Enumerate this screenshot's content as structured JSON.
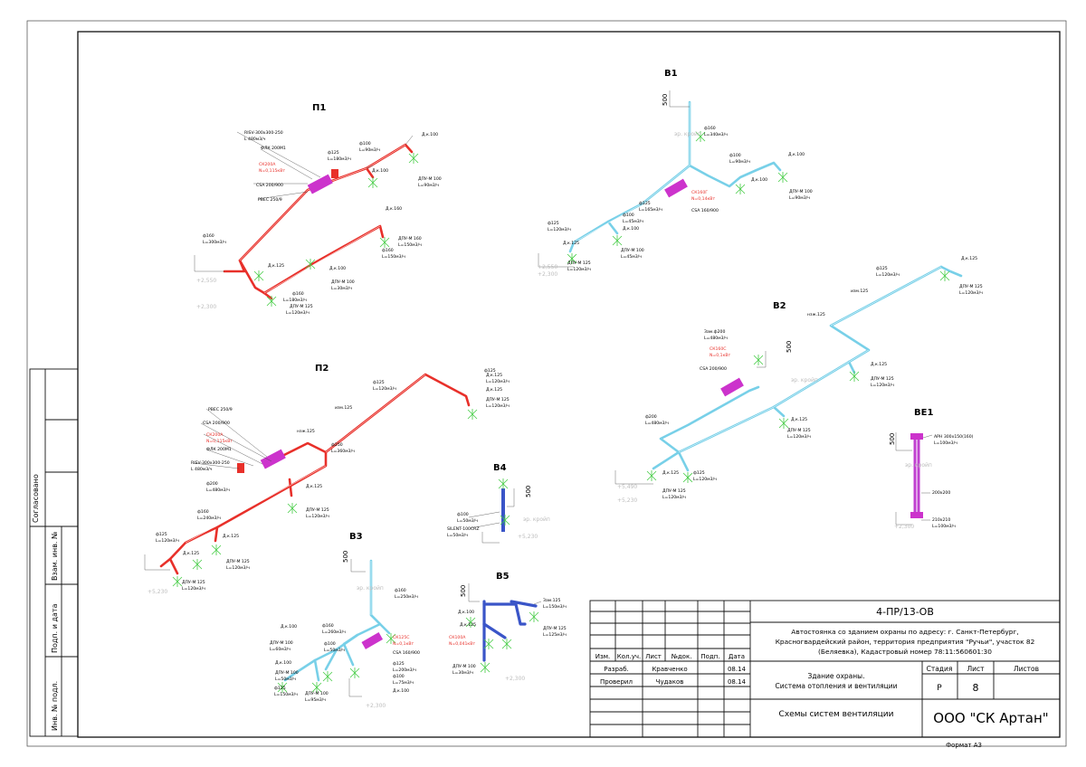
{
  "systems": {
    "p1": "П1",
    "p2": "П2",
    "b1": "В1",
    "b2": "В2",
    "b3": "В3",
    "b4": "В4",
    "b5": "В5",
    "be1": "ВЕ1"
  },
  "p1": {
    "risv": "RISV-300x300-250",
    "risv_l": "L 480м3/ч",
    "fk": "ФЛК 200М1",
    "ck": "СК200А",
    "ck_n": "N=0,115кВт",
    "csa": "CSA 200/900",
    "rvec": "PBEC 250/9",
    "d125": "ф125",
    "l180": "L=180м3/ч",
    "d100": "ф100",
    "l90": "L=90м3/ч",
    "dk100a": "Д.к.100",
    "dpu": "ДПУ-М 100",
    "dpu_l": "L=90м3/ч",
    "dk100b": "Д.к.100",
    "d160": "ф160",
    "l300": "L=300м3/ч",
    "dk160": "Д.к.160",
    "dpu160": "ДПУ-М 160",
    "dpu160_l": "L=150м3/ч",
    "d160b": "ф160",
    "l150": "L=150м3/ч",
    "dk125": "Д.к.125",
    "dk100c": "Д.к.100",
    "dpu100c": "ДПУ-М 100",
    "dpu100c_l": "L=30м3/ч",
    "d160c": "ф160",
    "l180b": "L=180м3/ч",
    "dpu125": "ДПУ-М 125",
    "dpu125_l": "L=120м3/ч",
    "elev1": "+2,550",
    "elev2": "+2,300"
  },
  "p2": {
    "rvec": "PBEC 250/9",
    "csa": "CSA 200/900",
    "ck": "СК200А",
    "ck_n": "N=0,115кВт",
    "fk": "ФЛК 200М1",
    "risv": "RISV-300x300-250",
    "risv_l": "L 480м3/ч",
    "d200": "ф200",
    "l480": "L=480м3/ч",
    "d125": "ф125",
    "l120": "L=120м3/ч",
    "dk125a": "Д.к.125",
    "dpu125a": "ДПУ-М 125",
    "dpu125a_l": "L=120м3/ч",
    "tm125": "изм.125",
    "nzh125": "нзж.125",
    "d250": "ф250",
    "l360": "L=360м3/ч",
    "dk125b": "Д.к.125",
    "dpu125b": "ДПУ-М 125",
    "dpu125b_l": "L=120м3/ч",
    "d160": "ф160",
    "l240": "L=240м3/ч",
    "d125b": "ф125",
    "l120b": "L=120м3/ч",
    "dk125c": "Д.к.125",
    "dk125d": "Д.к.125",
    "dpu125c": "ДПУ-М 125",
    "dpu125c_l": "L=120м3/ч",
    "dpu125d": "ДПУ-М 125",
    "dpu125d_l": "L=120м3/ч",
    "elev": "+5,230"
  },
  "b1": {
    "h": "500",
    "wm": "эр. кройп",
    "d160": "ф160",
    "l340": "L=340м3/ч",
    "d100": "ф100",
    "l90": "L=90м3/ч",
    "dk100a": "Д.к.100",
    "dk100b": "Д.к.100",
    "dpu100": "ДПУ-М 100",
    "dpu100_l": "L=90м3/ч",
    "ck": "СК160Г",
    "ck_n": "N=0,14кВт",
    "csa": "CSA 160/900",
    "d125": "ф125",
    "l165": "L=165м3/ч",
    "d100b": "ф100",
    "l45": "L=45м3/ч",
    "dk100c": "Д.к.100",
    "d125b": "ф125",
    "l120": "L=120м3/ч",
    "dk125": "Д.к.125",
    "dpu125": "ДПУ-М 125",
    "dpu125_l": "L=120м3/ч",
    "dpu100b": "ДПУ-М 100",
    "dpu100b_l": "L=45м3/ч",
    "elev1": "+2,550",
    "elev2": "+2,300"
  },
  "b2": {
    "d125": "ф125",
    "l120": "L=120м3/ч",
    "tm125": "изм.125",
    "nzh125": "нзж.125",
    "dk125a": "Д.к.125",
    "dpu125a": "ДПУ-М 125",
    "dpu125a_l": "L=120м3/ч",
    "d200x": "Зам.ф200",
    "l480": "L=480м3/ч",
    "ck": "СК160С",
    "ck_n": "N=0,1кВт",
    "csa": "CSA 200/900",
    "h": "500",
    "wm": "эр. кройп",
    "dk125b": "Д.к.125",
    "dpu125b": "ДПУ-М 125",
    "dpu125b_l": "L=120м3/ч",
    "d200": "ф200",
    "l480b": "L=480м3/ч",
    "dk125c": "Д.к.125",
    "dpu125c": "ДПУ-М 125",
    "dpu125c_l": "L=120м3/ч",
    "d125b": "ф125",
    "l120b": "L=120м3/ч",
    "dk125d": "Д.к.125",
    "dpu125d": "ДПУ-М 125",
    "dpu125d_l": "L=120м3/ч",
    "elev1": "+5,490",
    "elev2": "+5,230"
  },
  "b3": {
    "h": "500",
    "wm": "эр. кройп",
    "d160": "ф160",
    "l250": "L=250м3/ч",
    "dk100": "Д.к.100",
    "d160b": "ф160",
    "l260": "L=260м3/ч",
    "dpu100": "ДПУ-М 100",
    "dpu100_l": "L=60м3/ч",
    "ck": "СК125С",
    "ck_n": "N=0,1кВт",
    "csa": "CSA 160/900",
    "d100": "ф100",
    "l50": "L=50м3/ч",
    "dk100b": "Д.к.100",
    "dpu100b": "ДПУ-М 100",
    "dpu100b_l": "L=50м3/ч",
    "d125": "ф125",
    "l200": "L=200м3/ч",
    "d100b": "ф100",
    "l75": "L=75м3/ч",
    "dk100c": "Д.к.100",
    "d125b": "ф125",
    "l150": "L=150м3/ч",
    "dpu100c": "ДПУ-М 100",
    "dpu100c_l": "L=95м3/ч",
    "dk100d": "Д.к.100",
    "elev": "+2,300"
  },
  "b4": {
    "h": "500",
    "d100": "ф100",
    "l50": "L=50м3/ч",
    "silent": "SILENT-100CRZ",
    "l50b": "L=50м3/ч",
    "wm": "эр. кройп",
    "elev": "+5,230"
  },
  "b5": {
    "h": "500",
    "dk100": "Д.к.100",
    "dk125": "Д.к.125",
    "tm125": "Зам.125",
    "l150": "L=150м3/ч",
    "dpu125": "ДПУ-М 125",
    "dpu125_l": "L=125м3/ч",
    "ck": "СК100А",
    "ck_n": "N=0,041кВт",
    "dpu100": "ДПУ-М 100",
    "dpu100_l": "L=30м3/ч",
    "elev": "+2,300"
  },
  "be1": {
    "h": "500",
    "arn": "АРН 300x150(160)",
    "l100": "L=100м3/ч",
    "wm": "эр. кройп",
    "d200": "200x200",
    "d210": "210x210",
    "l100b": "L=100м3/ч",
    "elev": "+2,300"
  },
  "side": {
    "agreed": "Согласовано",
    "vzam": "Взам. инв. №",
    "podp": "Подп. и дата",
    "inv": "Инв. № подл."
  },
  "stamp": {
    "code": "4-ПР/13-ОВ",
    "project": "Автостоянка со зданием охраны по адресу: г. Санкт-Петербург, Красногвардейский район, территория предприятия \"Ручьи\", участок 82 (Беляевка), Кадастровый номер 78:11:560601:30",
    "project_l1": "Автостоянка со зданием охраны по адресу: г. Санкт-Петербург,",
    "project_l2": "Красногвардейский район, территория предприятия \"Ручьи\", участок 82",
    "project_l3": "(Беляевка), Кадастровый номер 78:11:560601:30",
    "hdr": [
      "Изм.",
      "Кол.уч.",
      "Лист",
      "№док.",
      "Подп.",
      "Дата"
    ],
    "r1_role": "Разраб.",
    "r1_name": "Кравченко",
    "r1_date": "08.14",
    "r2_role": "Проверил",
    "r2_name": "Чудаков",
    "r2_date": "08.14",
    "object_l1": "Здание охраны.",
    "object_l2": "Система отопления и вентиляции",
    "stage_h": "Стадия",
    "sheet_h": "Лист",
    "sheets_h": "Листов",
    "stage": "Р",
    "sheet": "8",
    "drawing": "Схемы систем вентиляции",
    "company": "ООО \"СК Артан\"",
    "format": "Формат А3"
  },
  "colors": {
    "supply": "#e8302a",
    "exhaust": "#78d0e8",
    "b4": "#3a55c8",
    "be1": "#c040d0",
    "fitting": "#cc33cc",
    "diffuser": "#44cc44"
  }
}
